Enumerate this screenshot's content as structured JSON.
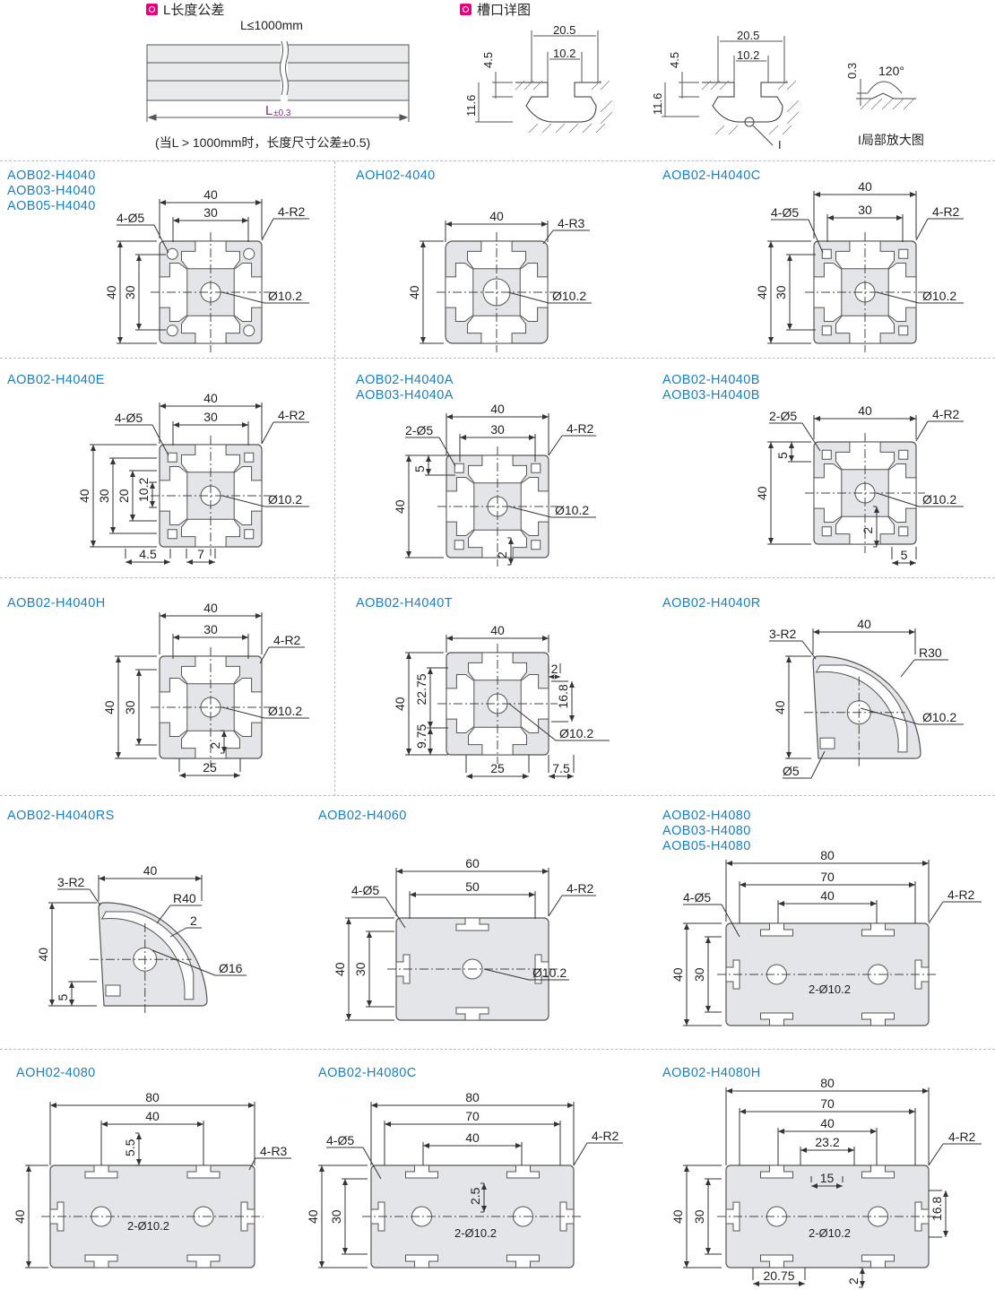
{
  "top": {
    "tolerance_header": "L长度公差",
    "tolerance_le": "L≤1000mm",
    "tolerance_L": "L",
    "tolerance_pm": "±0.3",
    "tolerance_note": "(当L > 1000mm时，长度尺寸公差±0.5)",
    "slot_header": "槽口详图",
    "slot_20_5": "20.5",
    "slot_10_2": "10.2",
    "slot_4_5": "4.5",
    "slot_11_6": "11.6",
    "slot_I": "I",
    "detail_0_3": "0.3",
    "detail_120": "120°",
    "detail_caption": "I局部放大图"
  },
  "profiles": [
    {
      "labels": [
        "AOB02-H4040",
        "AOB03-H4040",
        "AOB05-H4040"
      ],
      "dims": [
        "40",
        "30",
        "4-Ø5",
        "4-R2",
        "Ø10.2",
        "40",
        "30"
      ]
    },
    {
      "labels": [
        "AOH02-4040"
      ],
      "dims": [
        "40",
        "4-R3",
        "Ø10.2",
        "40"
      ]
    },
    {
      "labels": [
        "AOB02-H4040C"
      ],
      "dims": [
        "40",
        "30",
        "4-Ø5",
        "4-R2",
        "Ø10.2",
        "40",
        "30"
      ]
    },
    {
      "labels": [
        "AOB02-H4040E"
      ],
      "dims": [
        "40",
        "30",
        "4-Ø5",
        "4-R2",
        "Ø10.2",
        "40",
        "30",
        "20",
        "10.2",
        "4.5",
        "7"
      ]
    },
    {
      "labels": [
        "AOB02-H4040A",
        "AOB03-H4040A"
      ],
      "dims": [
        "40",
        "30",
        "2-Ø5",
        "4-R2",
        "5",
        "Ø10.2",
        "40",
        "2"
      ]
    },
    {
      "labels": [
        "AOB02-H4040B",
        "AOB03-H4040B"
      ],
      "dims": [
        "40",
        "2-Ø5",
        "4-R2",
        "5",
        "Ø10.2",
        "40",
        "2",
        "5"
      ]
    },
    {
      "labels": [
        "AOB02-H4040H"
      ],
      "dims": [
        "40",
        "30",
        "4-R2",
        "Ø10.2",
        "40",
        "30",
        "2",
        "25"
      ]
    },
    {
      "labels": [
        "AOB02-H4040T"
      ],
      "dims": [
        "40",
        "2",
        "16.8",
        "22.75",
        "9.75",
        "40",
        "Ø10.2",
        "25",
        "7.5"
      ]
    },
    {
      "labels": [
        "AOB02-H4040R"
      ],
      "dims": [
        "3-R2",
        "40",
        "R30",
        "Ø10.2",
        "40",
        "Ø5"
      ]
    },
    {
      "labels": [
        "AOB02-H4040RS"
      ],
      "dims": [
        "3-R2",
        "40",
        "R40",
        "2",
        "Ø16",
        "40",
        "5"
      ]
    },
    {
      "labels": [
        "AOB02-H4060"
      ],
      "dims": [
        "60",
        "50",
        "4-Ø5",
        "4-R2",
        "Ø10.2",
        "40",
        "30"
      ]
    },
    {
      "labels": [
        "AOB02-H4080",
        "AOB03-H4080",
        "AOB05-H4080"
      ],
      "dims": [
        "80",
        "70",
        "40",
        "4-Ø5",
        "4-R2",
        "2-Ø10.2",
        "40",
        "30"
      ]
    },
    {
      "labels": [
        "AOH02-4080"
      ],
      "dims": [
        "80",
        "40",
        "5.5",
        "4-R3",
        "2-Ø10.2",
        "40"
      ]
    },
    {
      "labels": [
        "AOB02-H4080C"
      ],
      "dims": [
        "80",
        "70",
        "40",
        "4-Ø5",
        "4-R2",
        "2.5",
        "2-Ø10.2",
        "40",
        "30"
      ]
    },
    {
      "labels": [
        "AOB02-H4080H"
      ],
      "dims": [
        "80",
        "70",
        "40",
        "23.2",
        "15",
        "4-R2",
        "2-Ø10.2",
        "16.8",
        "40",
        "30",
        "20.75",
        "2"
      ]
    }
  ]
}
